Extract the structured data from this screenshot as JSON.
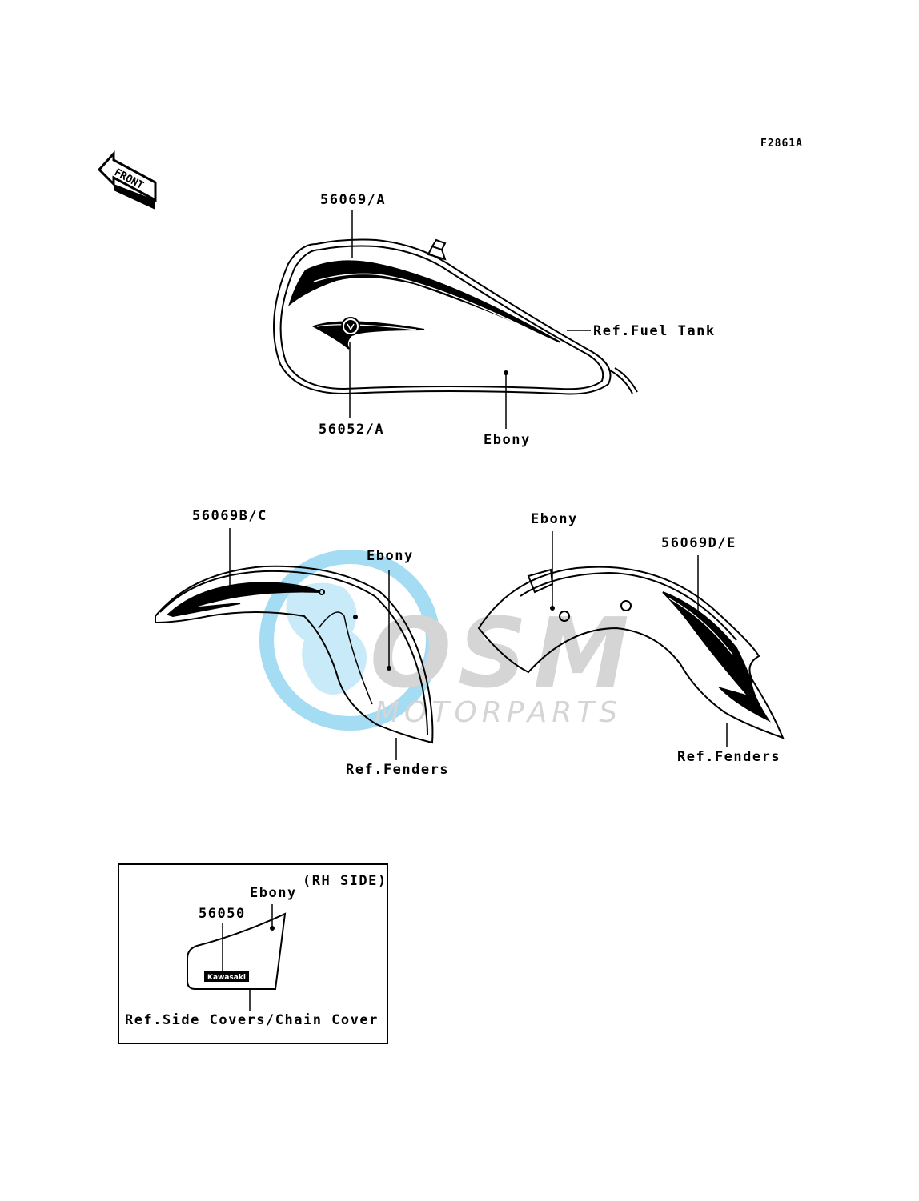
{
  "figure_code": "F2861A",
  "front_arrow_label": "FRONT",
  "fuel_tank": {
    "part_top": "56069/A",
    "part_emblem": "56052/A",
    "ref": "Ref.Fuel Tank",
    "color": "Ebony"
  },
  "front_fender": {
    "part": "56069B/C",
    "color": "Ebony",
    "ref": "Ref.Fenders"
  },
  "rear_fender": {
    "part": "56069D/E",
    "color": "Ebony",
    "ref": "Ref.Fenders"
  },
  "side_cover": {
    "side": "(RH SIDE)",
    "color": "Ebony",
    "part": "56050",
    "ref": "Ref.Side Covers/Chain Cover",
    "logo_text": "Kawasaki"
  },
  "watermark": {
    "brand": "OSM",
    "tagline": "MOTORPARTS",
    "globe_color": "#5bc0ea",
    "text_color": "#b4b4b4"
  }
}
